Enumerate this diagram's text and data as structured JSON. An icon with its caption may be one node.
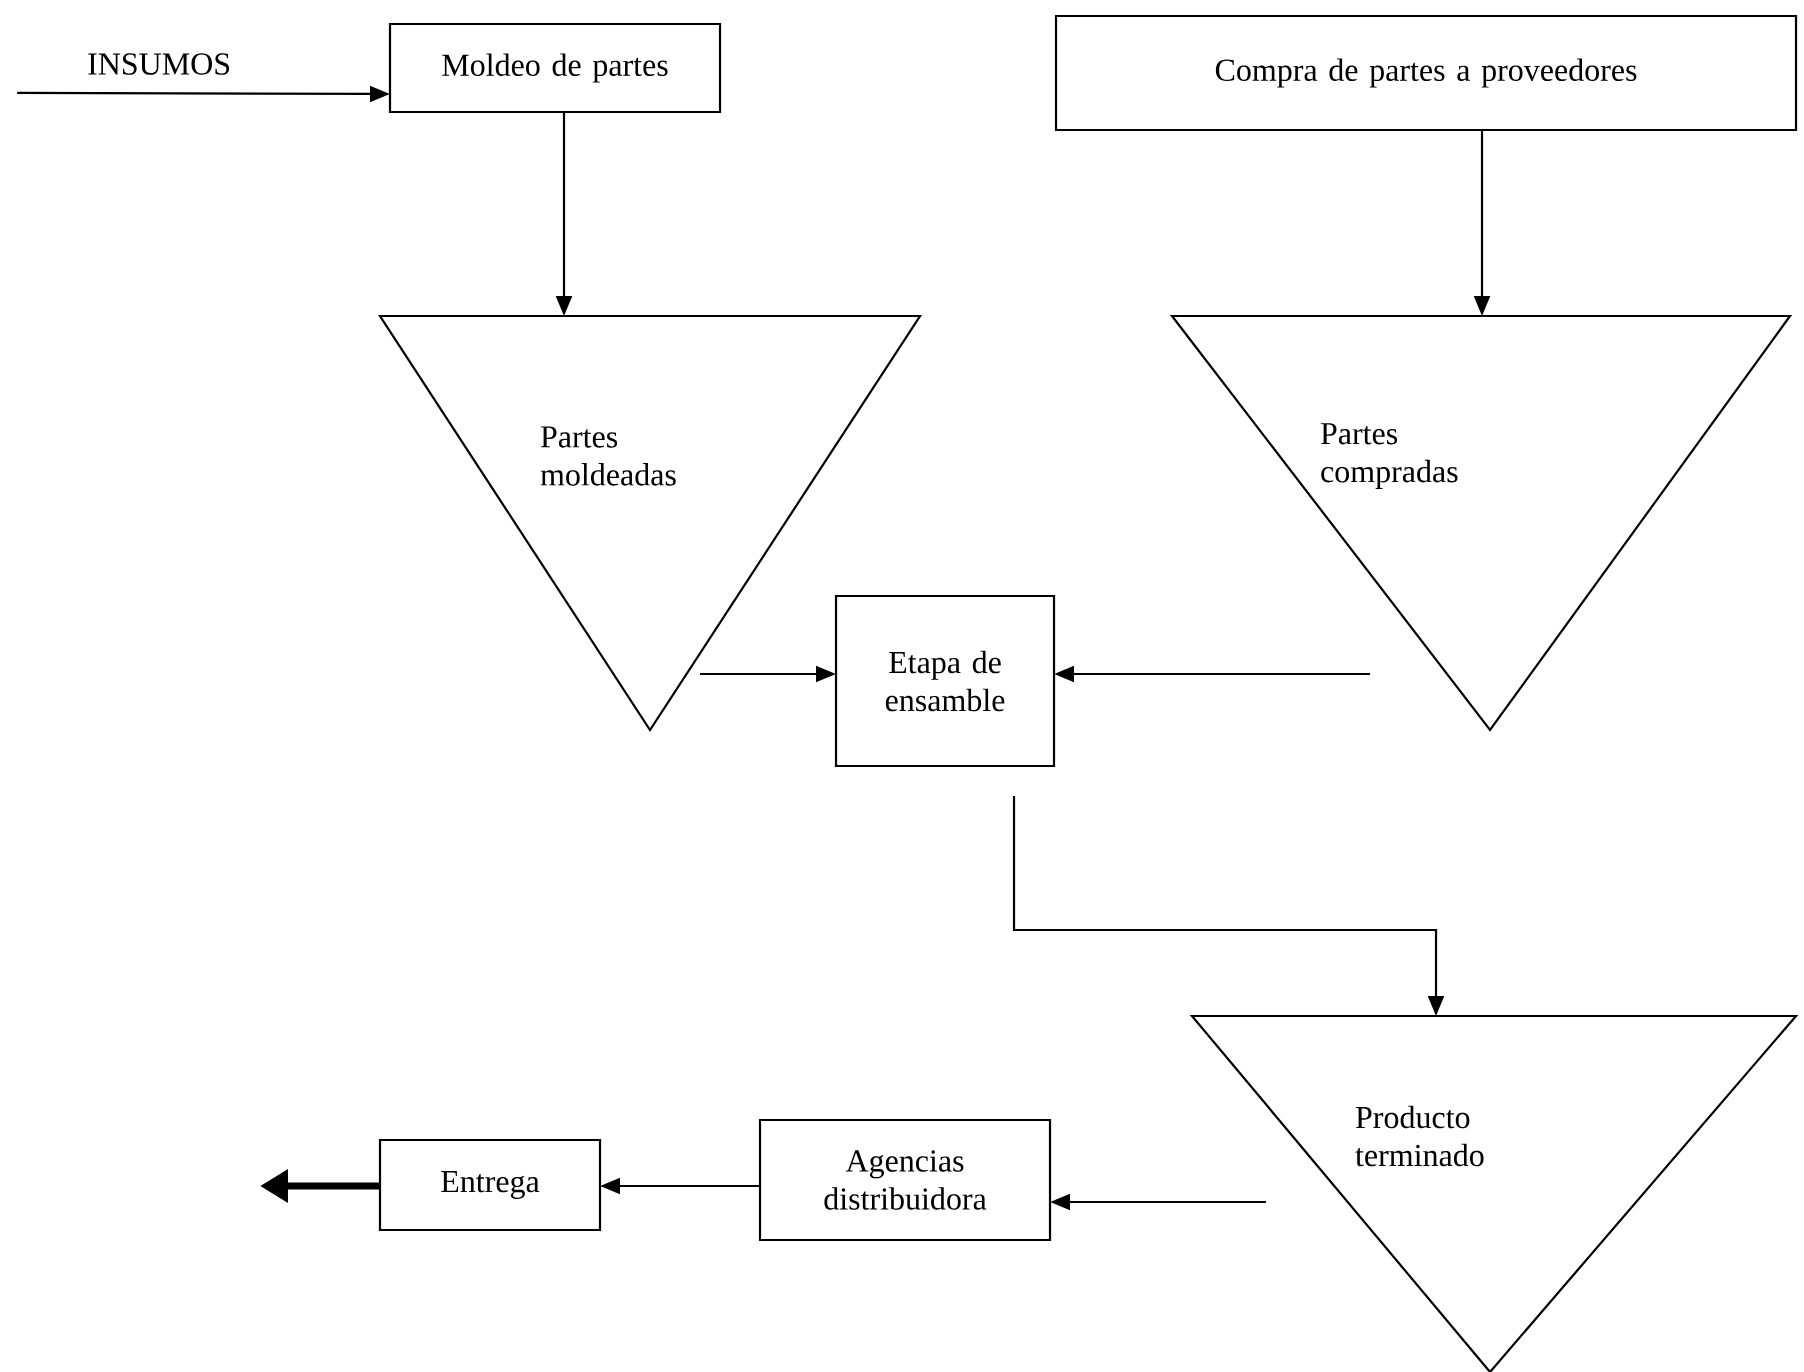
{
  "diagram": {
    "nodes": [
      {
        "text": [
          "INSUMOS"
        ]
      },
      {
        "text": [
          "Moldeo de partes"
        ]
      },
      {
        "text": [
          "Compra de partes a proveedores"
        ]
      },
      {
        "text": [
          "Partes moldeadas"
        ]
      },
      {
        "text": [
          "Partes compradas"
        ]
      },
      {
        "text": [
          "Etapa de ensamble"
        ]
      },
      {
        "text": [
          "Producto terminado"
        ]
      },
      {
        "text": [
          "Agencias distribuidora"
        ]
      },
      {
        "text": [
          "Entrega"
        ]
      }
    ],
    "edges": [
      {
        "from": 0,
        "to": 1,
        "arrow": "to"
      },
      {
        "from": 1,
        "to": 3,
        "arrow": "to"
      },
      {
        "from": 2,
        "to": 4,
        "arrow": "to"
      },
      {
        "from": 3,
        "to": 5,
        "arrow": "to"
      },
      {
        "from": 4,
        "to": 5,
        "arrow": "to"
      },
      {
        "from": 5,
        "to": 6,
        "arrow": "to"
      },
      {
        "from": 6,
        "to": 7,
        "arrow": "to"
      },
      {
        "from": 7,
        "to": 8,
        "arrow": "to"
      },
      {
        "from": 8,
        "to": null,
        "arrow": "to",
        "style": "thick"
      }
    ]
  }
}
